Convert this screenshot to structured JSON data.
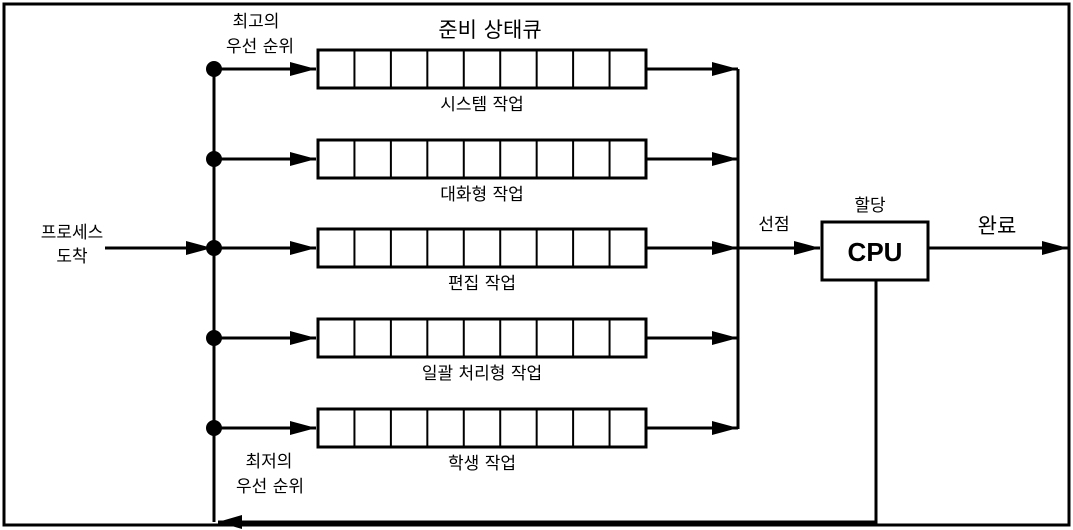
{
  "diagram": {
    "title": "준비 상태큐",
    "highest_priority": [
      "최고의",
      "우선 순위"
    ],
    "lowest_priority": [
      "최저의",
      "우선 순위"
    ],
    "arrival": [
      "프로세스",
      "도착"
    ],
    "preemption": "선점",
    "allocation": "할당",
    "processor": "CPU",
    "completion": "완료",
    "queues": [
      {
        "label": "시스템 작업"
      },
      {
        "label": "대화형 작업"
      },
      {
        "label": "편집 작업"
      },
      {
        "label": "일괄 처리형 작업"
      },
      {
        "label": "학생 작업"
      }
    ]
  }
}
